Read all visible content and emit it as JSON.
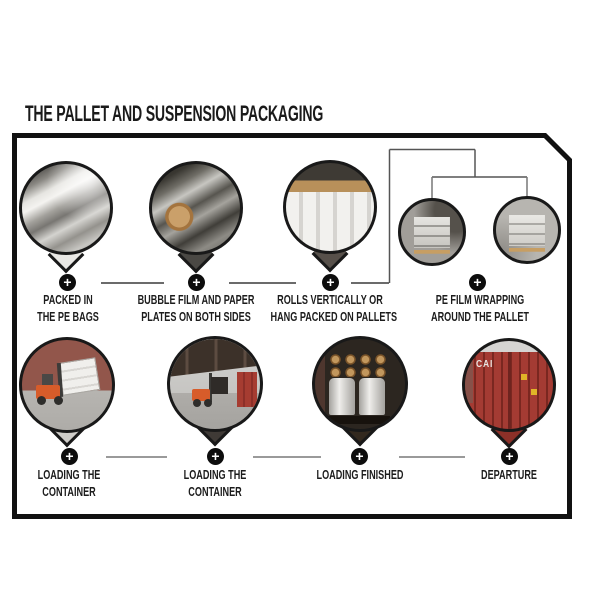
{
  "title": "THE PALLET AND SUSPENSION PACKAGING",
  "icons": {
    "plus": "+"
  },
  "colors": {
    "ink": "#1a1a1a",
    "frame_border": "#111111",
    "connector_dark": "#3a3a3a",
    "connector_gray": "#9a9a9a",
    "badge_bg": "#0d0d0d",
    "badge_glyph": "#ffffff",
    "forklift_orange": "#d75c2a",
    "container_red": "#a43b33",
    "brick_wall": "#92564b"
  },
  "photo_labels": {
    "container_code": "CAI"
  },
  "rows": [
    {
      "steps": [
        {
          "caption": [
            "PACKED IN",
            "THE PE BAGS"
          ]
        },
        {
          "caption": [
            "BUBBLE FILM AND PAPER",
            "PLATES ON BOTH SIDES"
          ]
        },
        {
          "caption": [
            "ROLLS VERTICALLY OR",
            "HANG PACKED ON PALLETS"
          ]
        },
        {
          "caption": [
            "PE FILM WRAPPING",
            "AROUND THE PALLET"
          ]
        }
      ]
    },
    {
      "steps": [
        {
          "caption": [
            "LOADING THE",
            "CONTAINER"
          ]
        },
        {
          "caption": [
            "LOADING THE",
            "CONTAINER"
          ]
        },
        {
          "caption": [
            "LOADING FINISHED"
          ]
        },
        {
          "caption": [
            "DEPARTURE"
          ]
        }
      ]
    }
  ]
}
